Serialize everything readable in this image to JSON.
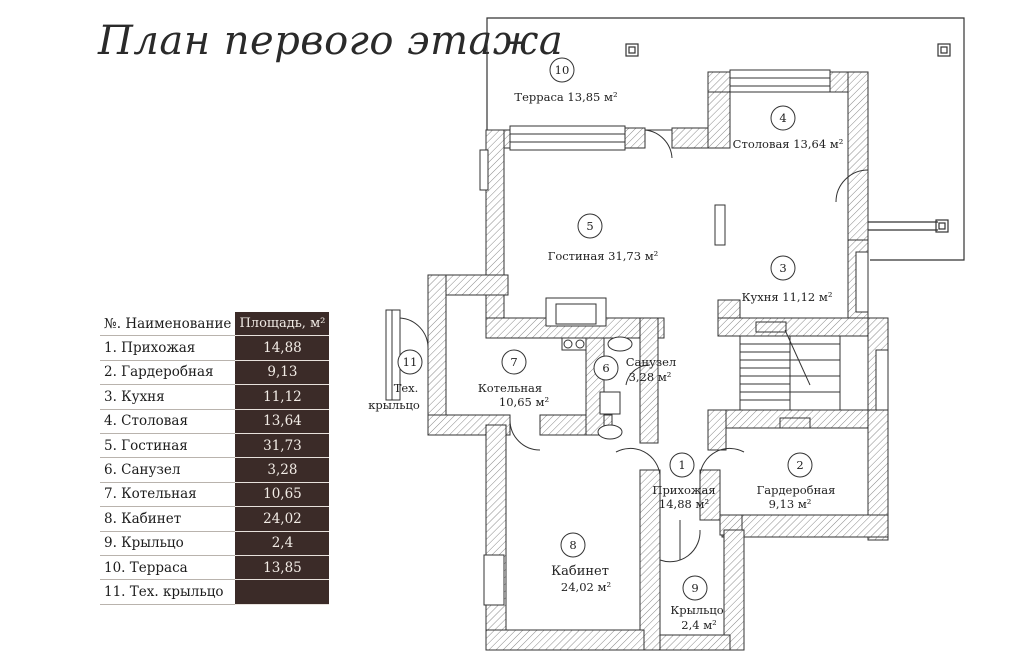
{
  "title": "План первого этажа",
  "table": {
    "header_name": "№. Наименование",
    "header_area": "Площадь, м²",
    "rows": [
      {
        "name": "1. Прихожая",
        "area": "14,88"
      },
      {
        "name": "2. Гардеробная",
        "area": "9,13"
      },
      {
        "name": "3. Кухня",
        "area": "11,12"
      },
      {
        "name": "4. Столовая",
        "area": "13,64"
      },
      {
        "name": "5. Гостиная",
        "area": "31,73"
      },
      {
        "name": "6. Санузел",
        "area": "3,28"
      },
      {
        "name": "7. Котельная",
        "area": "10,65"
      },
      {
        "name": "8. Кабинет",
        "area": "24,02"
      },
      {
        "name": "9. Крыльцо",
        "area": "2,4"
      },
      {
        "name": "10. Терраса",
        "area": "13,85"
      },
      {
        "name": "11. Тех. крыльцо",
        "area": ""
      }
    ]
  },
  "rooms": {
    "r1": {
      "num": "1",
      "name": "Прихожая",
      "area": "14,88 м²"
    },
    "r2": {
      "num": "2",
      "name": "Гардеробная",
      "area": "9,13  м²"
    },
    "r3": {
      "num": "3",
      "name": "Кухня 11,12 м²"
    },
    "r4": {
      "num": "4",
      "name": "Столовая 13,64 м²"
    },
    "r5": {
      "num": "5",
      "name": "Гостиная 31,73 м²"
    },
    "r6": {
      "num": "6",
      "name": "Санузел",
      "area": "3,28 м²"
    },
    "r7": {
      "num": "7",
      "name": "Котельная",
      "area": "10,65 м²"
    },
    "r8": {
      "num": "8",
      "name": "Кабинет",
      "area": "24,02 м²"
    },
    "r9": {
      "num": "9",
      "name": "Крыльцо",
      "area": "2,4 м²"
    },
    "r10": {
      "num": "10",
      "name": "Терраса 13,85 м²"
    },
    "r11": {
      "num": "11",
      "name": "Тех.",
      "name2": "крыльцо"
    }
  }
}
